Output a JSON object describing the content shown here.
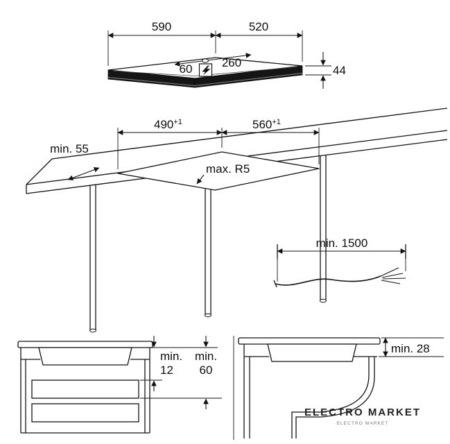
{
  "diagram": {
    "hob": {
      "width": "590",
      "depth": "520",
      "height": "44",
      "power_offset_left": "60",
      "power_offset_right": "260"
    },
    "cutout": {
      "width": "490",
      "width_tolerance": "+1",
      "depth": "560",
      "depth_tolerance": "+1",
      "edge_distance": "min. 55",
      "corner_radius": "max. R5"
    },
    "cable": {
      "length": "min. 1500"
    },
    "clearances": {
      "gap_drawer": {
        "line1": "min.",
        "line2": "12"
      },
      "gap_oven": {
        "line1": "min.",
        "line2": "60"
      },
      "gap_shelf": "min. 28"
    },
    "watermark": {
      "brand": "ELECTRO MARKET",
      "subtext": "ELECTRO MARKET"
    }
  }
}
